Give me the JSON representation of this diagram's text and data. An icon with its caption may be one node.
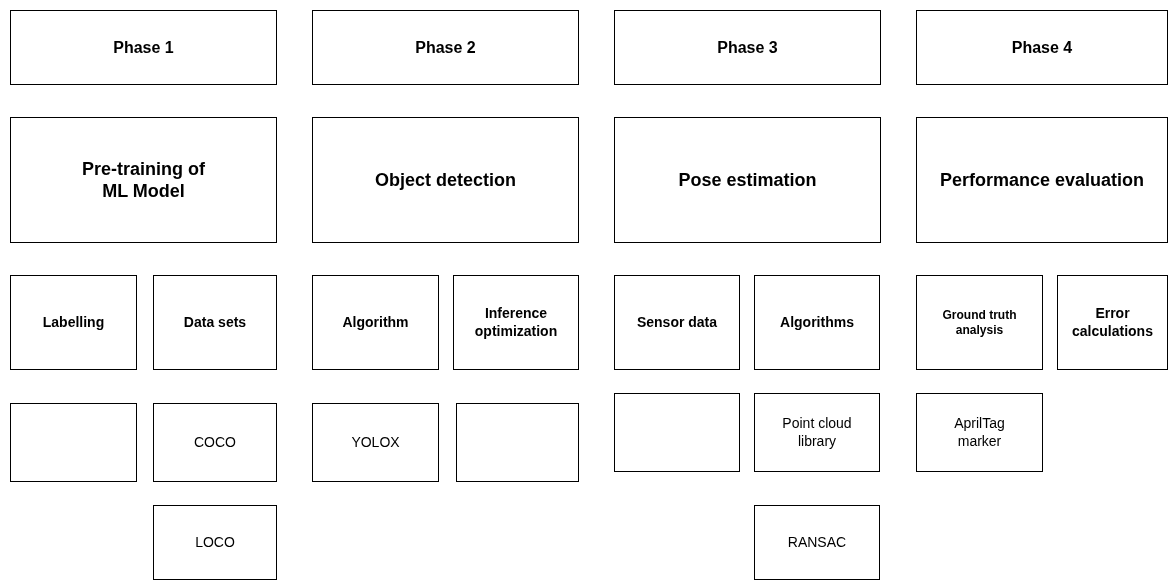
{
  "diagram": {
    "nodes": [
      {
        "text": [
          "Phase 1"
        ]
      },
      {
        "text": [
          "Phase 2"
        ]
      },
      {
        "text": [
          "Phase 3"
        ]
      },
      {
        "text": [
          "Phase 4"
        ]
      },
      {
        "text": [
          "Pre-training of ML Model"
        ]
      },
      {
        "text": [
          "Object detection"
        ]
      },
      {
        "text": [
          "Pose estimation"
        ]
      },
      {
        "text": [
          "Performance evaluation"
        ]
      },
      {
        "text": [
          "Labelling"
        ]
      },
      {
        "text": [
          "Data sets"
        ]
      },
      {
        "text": [
          "Algorithm"
        ]
      },
      {
        "text": [
          "Inference optimization"
        ]
      },
      {
        "text": [
          "Sensor data"
        ]
      },
      {
        "text": [
          "Algorithms"
        ]
      },
      {
        "text": [
          "Ground truth analysis"
        ]
      },
      {
        "text": [
          "Error calculations"
        ]
      },
      {
        "text": [],
        "shape": "box"
      },
      {
        "text": [
          "COCO"
        ]
      },
      {
        "text": [
          "YOLOX"
        ]
      },
      {
        "text": [],
        "shape": "box"
      },
      {
        "text": [],
        "shape": "box"
      },
      {
        "text": [
          "Point cloud library"
        ]
      },
      {
        "text": [
          "AprilTag marker"
        ]
      },
      {
        "text": [
          "LOCO"
        ]
      },
      {
        "text": [
          "RANSAC"
        ]
      }
    ]
  }
}
